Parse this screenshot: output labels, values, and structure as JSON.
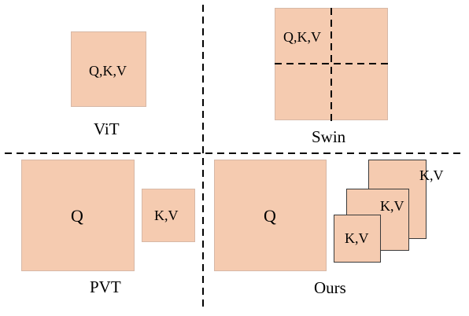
{
  "panels": {
    "vit": {
      "caption": "ViT",
      "box_label": "Q,K,V"
    },
    "swin": {
      "caption": "Swin",
      "box_label": "Q,K,V"
    },
    "pvt": {
      "caption": "PVT",
      "q_label": "Q",
      "kv_label": "K,V"
    },
    "ours": {
      "caption": "Ours",
      "q_label": "Q",
      "kv_labels": [
        "K,V",
        "K,V",
        "K,V"
      ]
    }
  },
  "colors": {
    "box_fill": "#f5cbb0",
    "divider": "#000000"
  }
}
